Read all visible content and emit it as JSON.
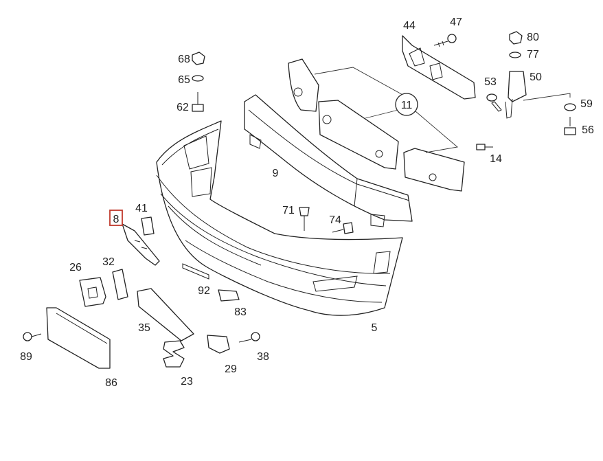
{
  "diagram": {
    "highlight_color": "#c0392b",
    "line_color": "#222222",
    "labels": {
      "p44": "44",
      "p47": "47",
      "p80": "80",
      "p77": "77",
      "p50": "50",
      "p53": "53",
      "p59": "59",
      "p56": "56",
      "p68": "68",
      "p65": "65",
      "p62": "62",
      "p11": "11",
      "p14": "14",
      "p9": "9",
      "p71": "71",
      "p74": "74",
      "p8": "8",
      "p41": "41",
      "p26": "26",
      "p32": "32",
      "p92": "92",
      "p83": "83",
      "p35": "35",
      "p5": "5",
      "p89": "89",
      "p38": "38",
      "p29": "29",
      "p23": "23",
      "p86": "86"
    }
  }
}
